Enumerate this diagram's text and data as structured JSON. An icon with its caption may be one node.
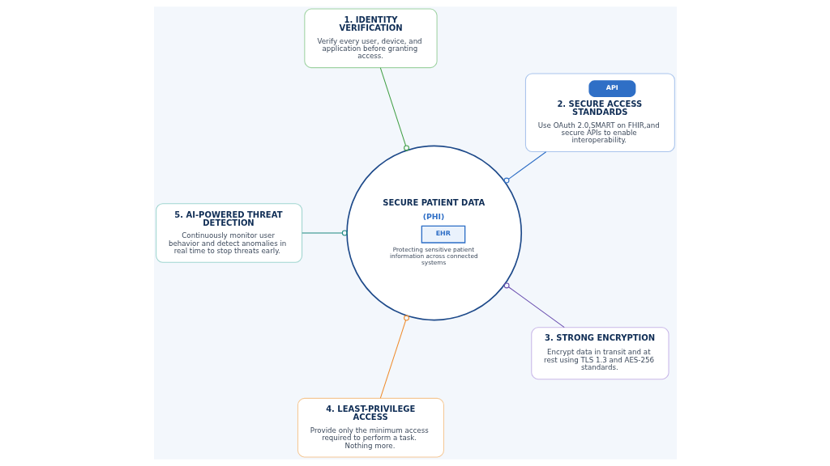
{
  "diagram": {
    "nodes": [
      {
        "text": [
          "SECURE PATIENT DATA",
          "(PHI)",
          "EHR",
          "Protecting sensitive patient information across connected systems"
        ]
      },
      {
        "text": [
          "1. IDENTITY VERIFICATION",
          "Verify every user, device, and application before granting access."
        ]
      },
      {
        "text": [
          "API",
          "2. SECURE ACCESS STANDARDS",
          "Use OAuth 2.0,SMART on FHIR,and secure APIs to enable interoperability."
        ]
      },
      {
        "text": [
          "3. STRONG ENCRYPTION",
          "Encrypt data in transit and at rest using TLS 1.3 and AES-256 standards."
        ]
      },
      {
        "text": [
          "4. LEAST-PRIVILEGE ACCESS",
          "Provide only the minimum access required to perform a task. Nothing more."
        ]
      },
      {
        "text": [
          "5. AI-POWERED THREAT DETECTION",
          "Continuously monitor user behavior and detect anomalies in real time to stop threats early."
        ]
      }
    ],
    "edges": [
      {
        "from": 1,
        "to": 0,
        "arrow": "other",
        "color": "#43a047"
      },
      {
        "from": 2,
        "to": 0,
        "arrow": "other",
        "color": "#2f6fc6"
      },
      {
        "from": 3,
        "to": 0,
        "arrow": "other",
        "color": "#6b4fb0"
      },
      {
        "from": 4,
        "to": 0,
        "arrow": "other",
        "color": "#ef8c2e"
      },
      {
        "from": 5,
        "to": 0,
        "arrow": "other",
        "color": "#1f8a80"
      }
    ]
  }
}
